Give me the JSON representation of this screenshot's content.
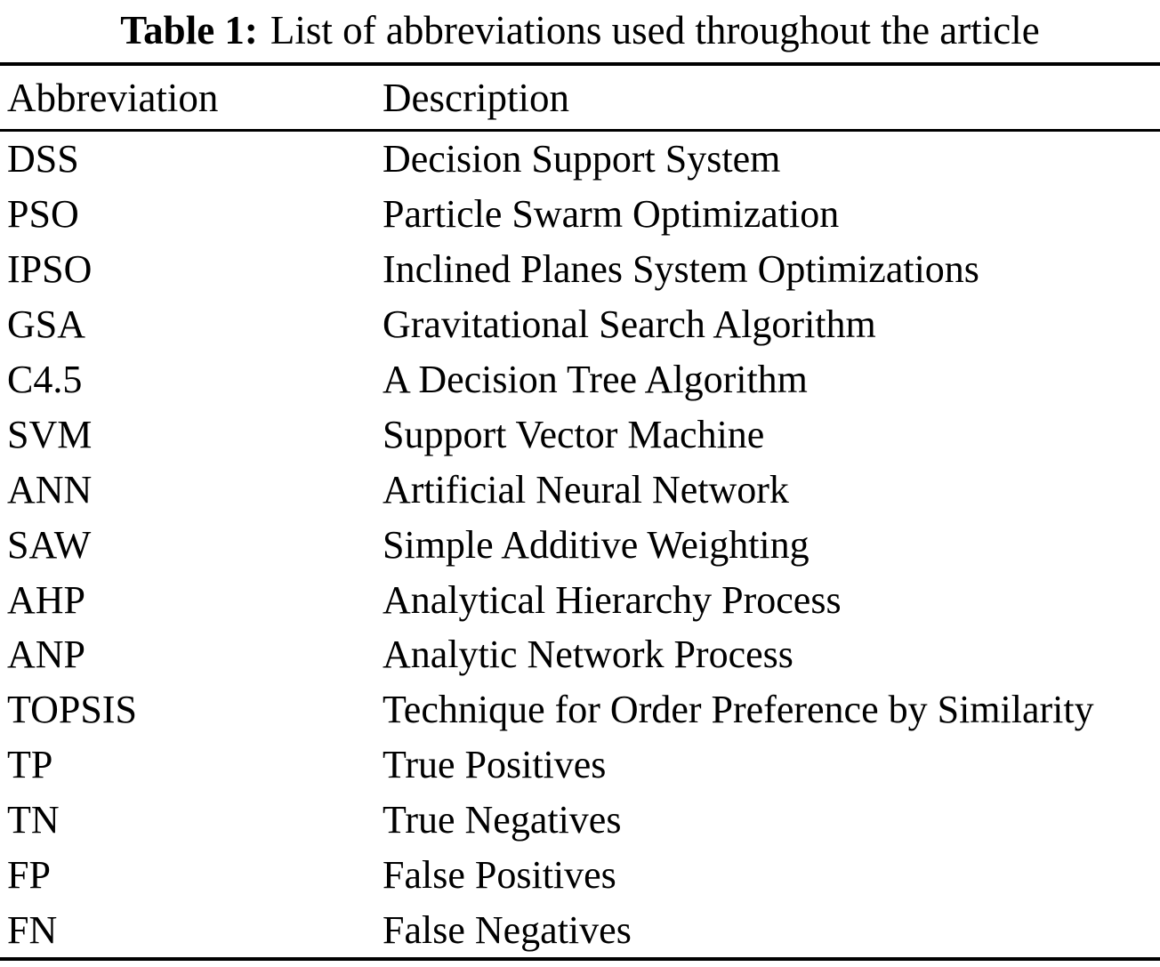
{
  "page": {
    "background_color": "#ffffff",
    "text_color": "#000000"
  },
  "caption": {
    "label": "Table 1:",
    "text": "List of abbreviations used throughout the article"
  },
  "table": {
    "columns": [
      "Abbreviation",
      "Description"
    ],
    "rows": [
      {
        "abbr": "DSS",
        "desc": "Decision Support System"
      },
      {
        "abbr": "PSO",
        "desc": "Particle Swarm Optimization"
      },
      {
        "abbr": "IPSO",
        "desc": "Inclined Planes System Optimizations"
      },
      {
        "abbr": "GSA",
        "desc": "Gravitational Search Algorithm"
      },
      {
        "abbr": "C4.5",
        "desc": "A Decision Tree Algorithm"
      },
      {
        "abbr": "SVM",
        "desc": "Support Vector Machine"
      },
      {
        "abbr": "ANN",
        "desc": "Artificial Neural Network"
      },
      {
        "abbr": "SAW",
        "desc": "Simple Additive Weighting"
      },
      {
        "abbr": "AHP",
        "desc": "Analytical Hierarchy Process"
      },
      {
        "abbr": "ANP",
        "desc": "Analytic Network Process"
      },
      {
        "abbr": "TOPSIS",
        "desc": "Technique for Order Preference by Similarity"
      },
      {
        "abbr": "TP",
        "desc": "True Positives"
      },
      {
        "abbr": "TN",
        "desc": "True Negatives"
      },
      {
        "abbr": "FP",
        "desc": "False Positives"
      },
      {
        "abbr": "FN",
        "desc": "False Negatives"
      }
    ]
  }
}
